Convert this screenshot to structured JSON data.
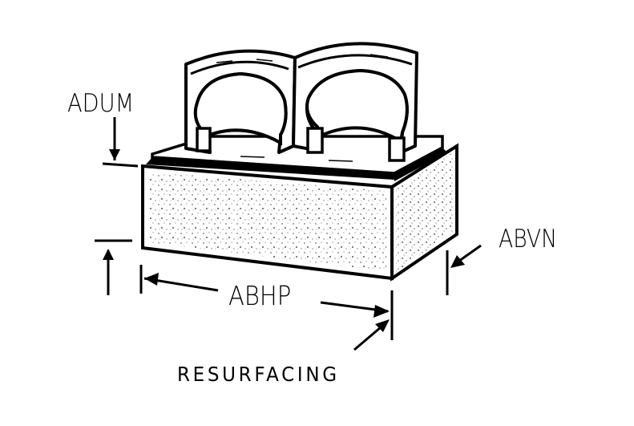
{
  "labels": {
    "adum": "ADUM",
    "abvn": "ABVN",
    "abhp": "ABHP",
    "resurfacing": "RESURFACING"
  },
  "colors": {
    "ink": "#000000",
    "paper": "#ffffff"
  }
}
